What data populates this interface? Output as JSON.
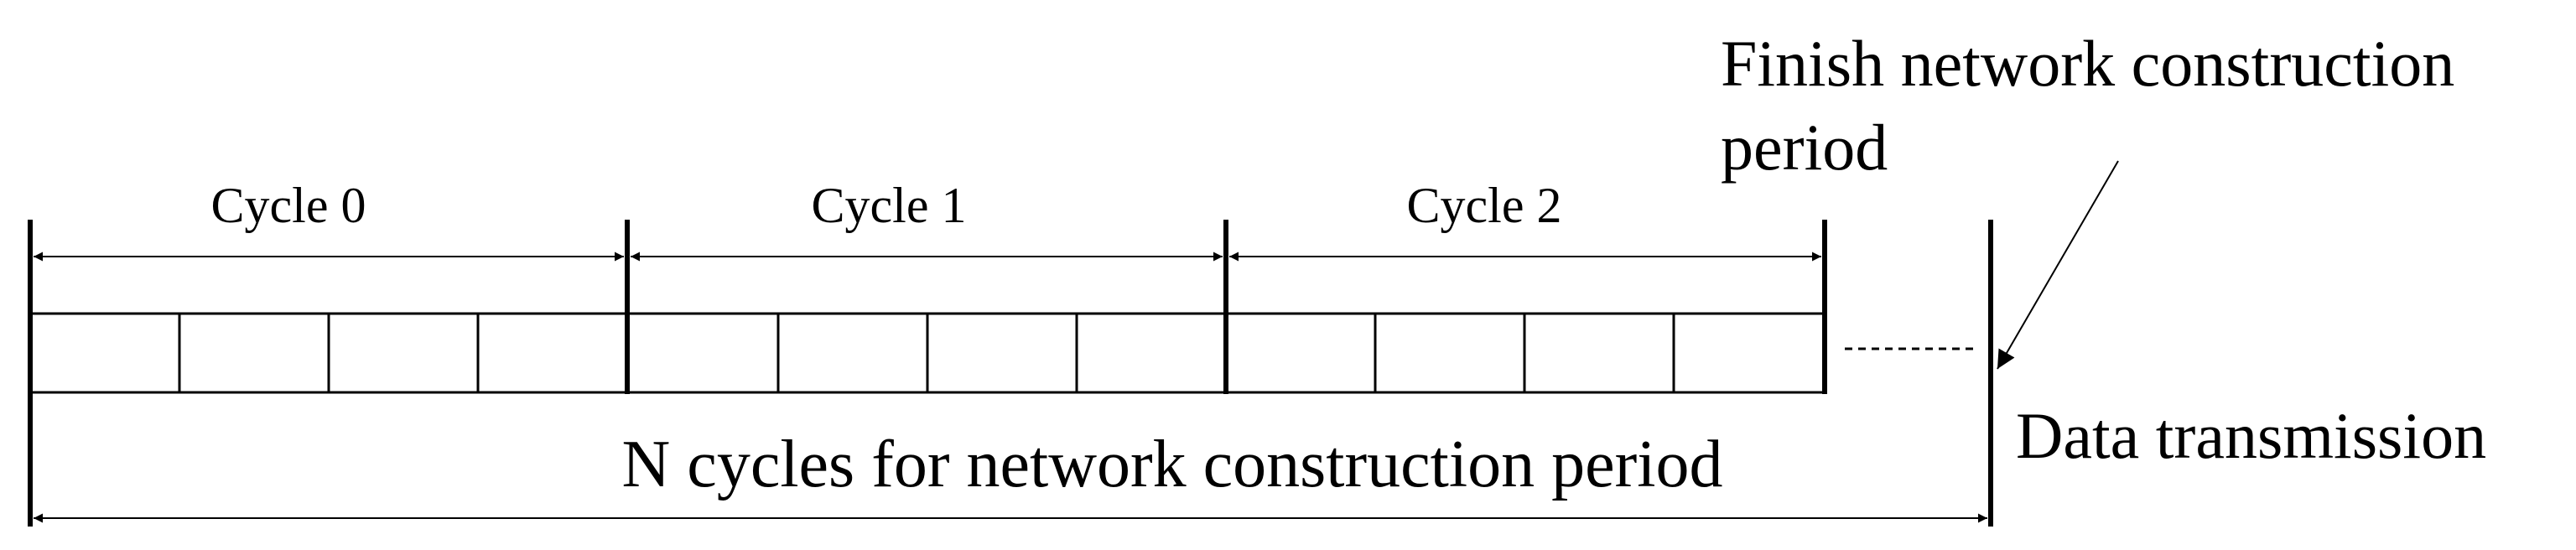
{
  "diagram": {
    "cycle_labels": [
      "Cycle 0",
      "Cycle 1",
      "Cycle 2"
    ],
    "slots_per_cycle": 4,
    "span_label": "N cycles for network construction period",
    "finish_label_line1": "Finish network construction",
    "finish_label_line2": "period",
    "data_label": "Data transmission"
  }
}
